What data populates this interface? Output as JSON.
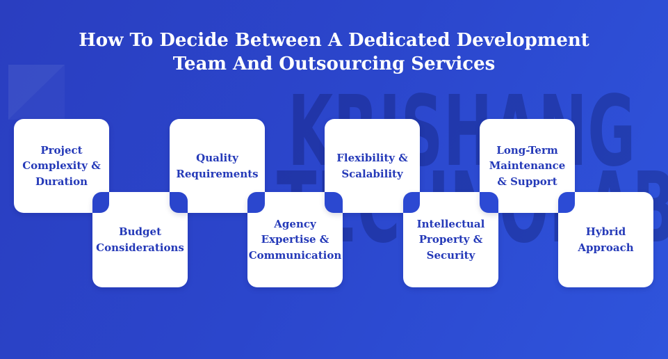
{
  "title": {
    "line1": "How To Decide Between A Dedicated Development",
    "line2": "Team And Outsourcing Services"
  },
  "watermark": {
    "line1": "KRISHANG",
    "line2": "TECHNOLAB"
  },
  "cards": [
    {
      "label": "Project\nComplexity &\nDuration"
    },
    {
      "label": "Budget\nConsiderations"
    },
    {
      "label": "Quality\nRequirements"
    },
    {
      "label": "Agency\nExpertise &\nCommunication"
    },
    {
      "label": "Flexibility &\nScalability"
    },
    {
      "label": "Intellectual\nProperty &\nSecurity"
    },
    {
      "label": "Long-Term\nMaintenance\n& Support"
    },
    {
      "label": "Hybrid\nApproach"
    }
  ],
  "colors": {
    "background_top_left": "#2a3ec0",
    "background_bottom_right": "#2f54dc",
    "card_background": "#ffffff",
    "card_text": "#2439b8",
    "title_text": "#ffffff",
    "watermark_text": "rgba(8,14,80,0.28)"
  }
}
